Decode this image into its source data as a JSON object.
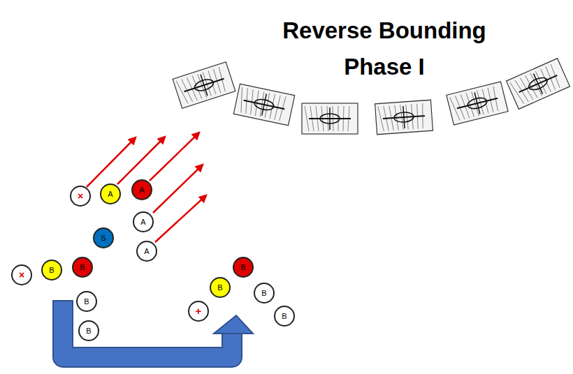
{
  "diagram": {
    "title": "Reverse Bounding Phase I",
    "nodes": [
      {
        "text": [
          "×"
        ]
      },
      {
        "text": [
          "A"
        ]
      },
      {
        "text": [
          "A"
        ]
      },
      {
        "text": [
          "A"
        ]
      },
      {
        "text": [
          "S"
        ]
      },
      {
        "text": [
          "A"
        ]
      },
      {
        "text": [
          "×"
        ]
      },
      {
        "text": [
          "B"
        ]
      },
      {
        "text": [
          "B"
        ]
      },
      {
        "text": [
          "B"
        ]
      },
      {
        "text": [
          "B"
        ]
      },
      {
        "text": [
          "B"
        ]
      },
      {
        "text": [
          "B"
        ]
      },
      {
        "text": [
          "+"
        ]
      },
      {
        "text": [
          "B"
        ]
      },
      {
        "text": [
          "B"
        ]
      }
    ]
  }
}
